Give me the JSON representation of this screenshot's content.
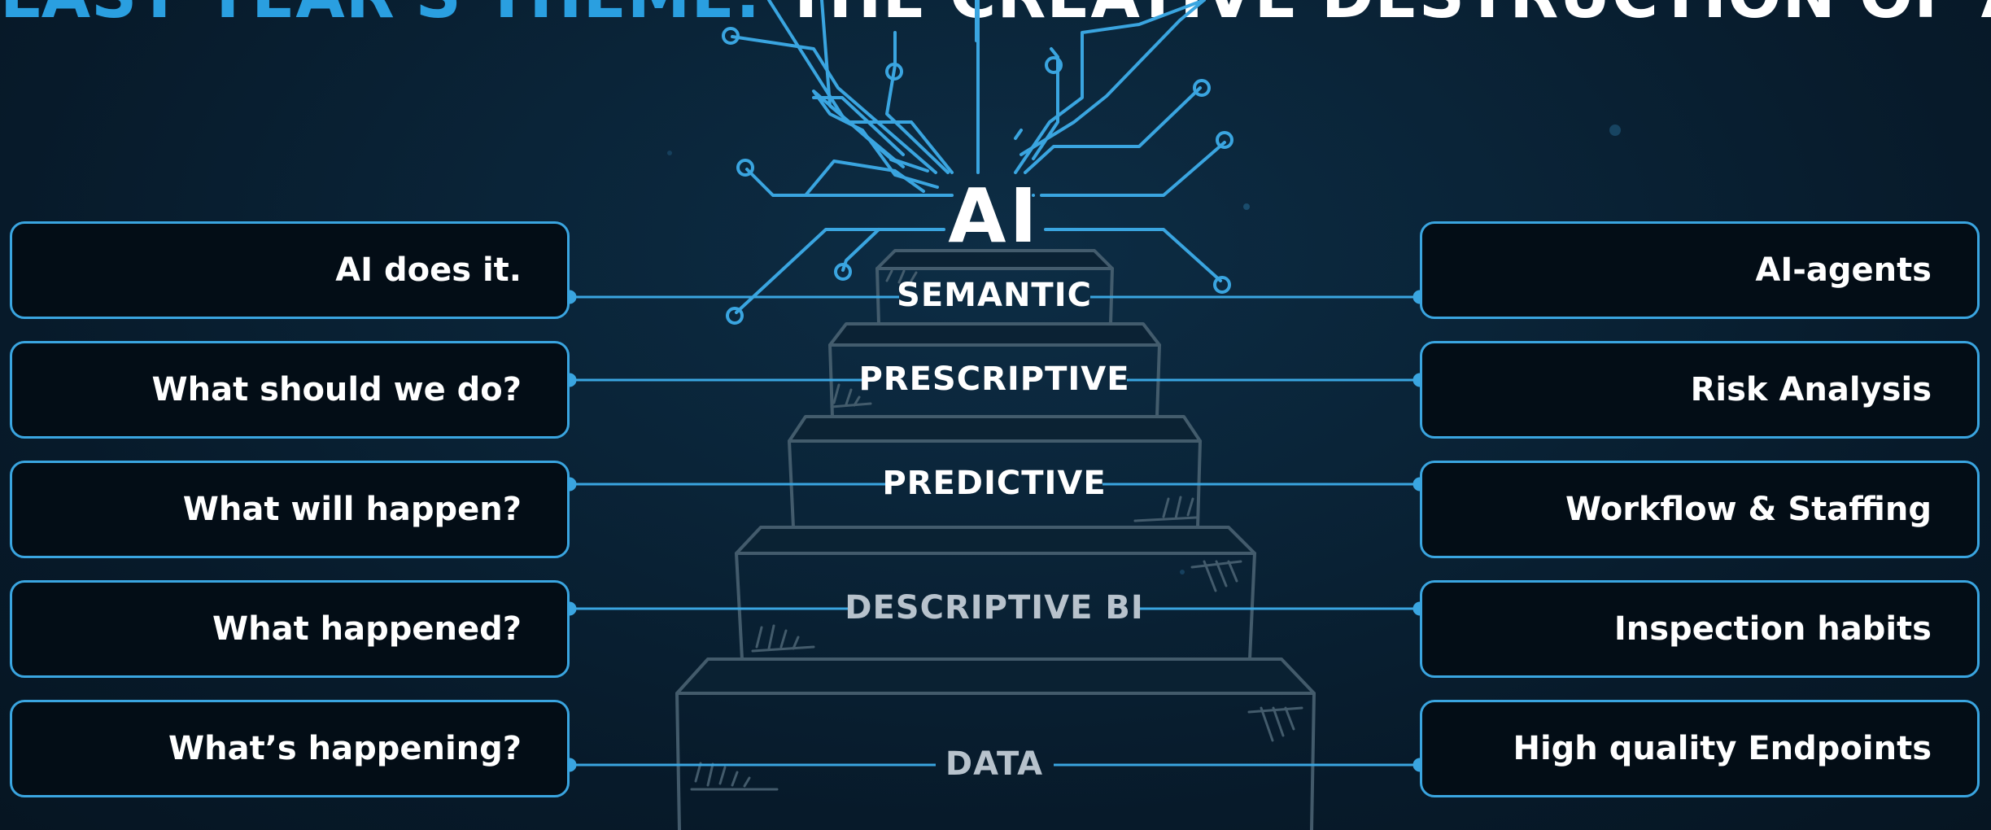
{
  "headline": {
    "lead": "LAST YEAR'S THEME:",
    "rest": "THE CREATIVE DESTRUCTION OF AI"
  },
  "apex": {
    "label": "AI"
  },
  "tiers": [
    {
      "label": "SEMANTIC"
    },
    {
      "label": "PRESCRIPTIVE"
    },
    {
      "label": "PREDICTIVE"
    },
    {
      "label": "DESCRIPTIVE BI"
    },
    {
      "label": "DATA"
    }
  ],
  "questions": [
    {
      "label": "AI does it."
    },
    {
      "label": "What should we do?"
    },
    {
      "label": "What will happen?"
    },
    {
      "label": "What happened?"
    },
    {
      "label": "What’s happening?"
    }
  ],
  "applications": [
    {
      "label": "AI-agents"
    },
    {
      "label": "Risk Analysis"
    },
    {
      "label": "Workflow & Staffing"
    },
    {
      "label": "Inspection habits"
    },
    {
      "label": "High quality Endpoints"
    }
  ],
  "colors": {
    "accent": "#3aa5e0",
    "headline_lead": "#2a9fe0",
    "background": "#0a2438",
    "box_fill": "#030d16",
    "text": "#ffffff",
    "steps_outline": "#4a6272"
  },
  "icons": {
    "apex": "circuit-tree-icon",
    "steps": "staircase-sketch"
  }
}
